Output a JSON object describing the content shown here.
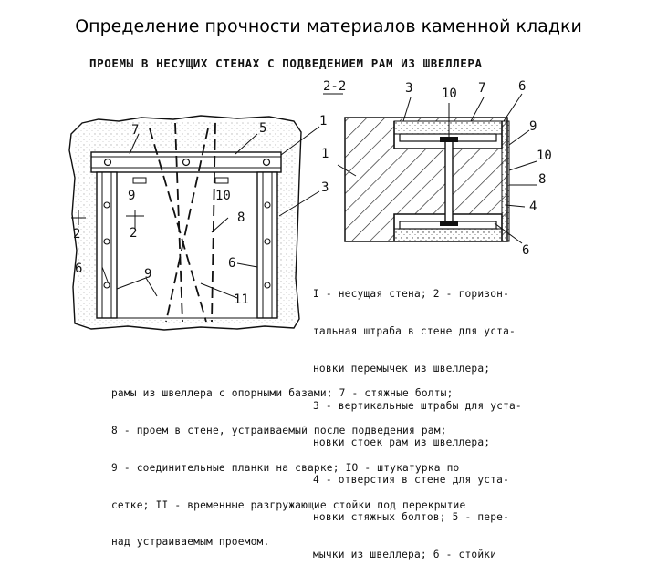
{
  "slide": {
    "title": "Определение прочности материалов каменной кладки"
  },
  "figure": {
    "title": "ПРОЕМЫ В НЕСУЩИХ СТЕНАХ С ПОДВЕДЕНИЕМ РАМ ИЗ ШВЕЛЛЕРА",
    "section_label": "2-2",
    "callouts": {
      "n1": "1",
      "n2": "2",
      "n3": "3",
      "n4": "4",
      "n5": "5",
      "n6": "6",
      "n7": "7",
      "n8": "8",
      "n9": "9",
      "n10": "10",
      "n11": "11"
    },
    "legend_right": [
      "I - несущая стена; 2 - горизон-",
      "тальная штраба в стене для уста-",
      "новки перемычек из швеллера;",
      "3 - вертикальные штрабы для уста-",
      "новки стоек рам из швеллера;",
      "4 - отверстия в стене для уста-",
      "новки стяжных болтов; 5 - пере-",
      "мычки из швеллера; 6 - стойки"
    ],
    "legend_bottom": [
      "рамы из швеллера с опорными базами; 7 - стяжные болты;",
      "8 - проем в стене, устраиваемый после подведения рам;",
      "9 - соединительные планки на сварке; IO - штукатурка по",
      "сетке; II - временные разгружающие стойки под перекрытие",
      "над устраиваемым проемом."
    ]
  }
}
